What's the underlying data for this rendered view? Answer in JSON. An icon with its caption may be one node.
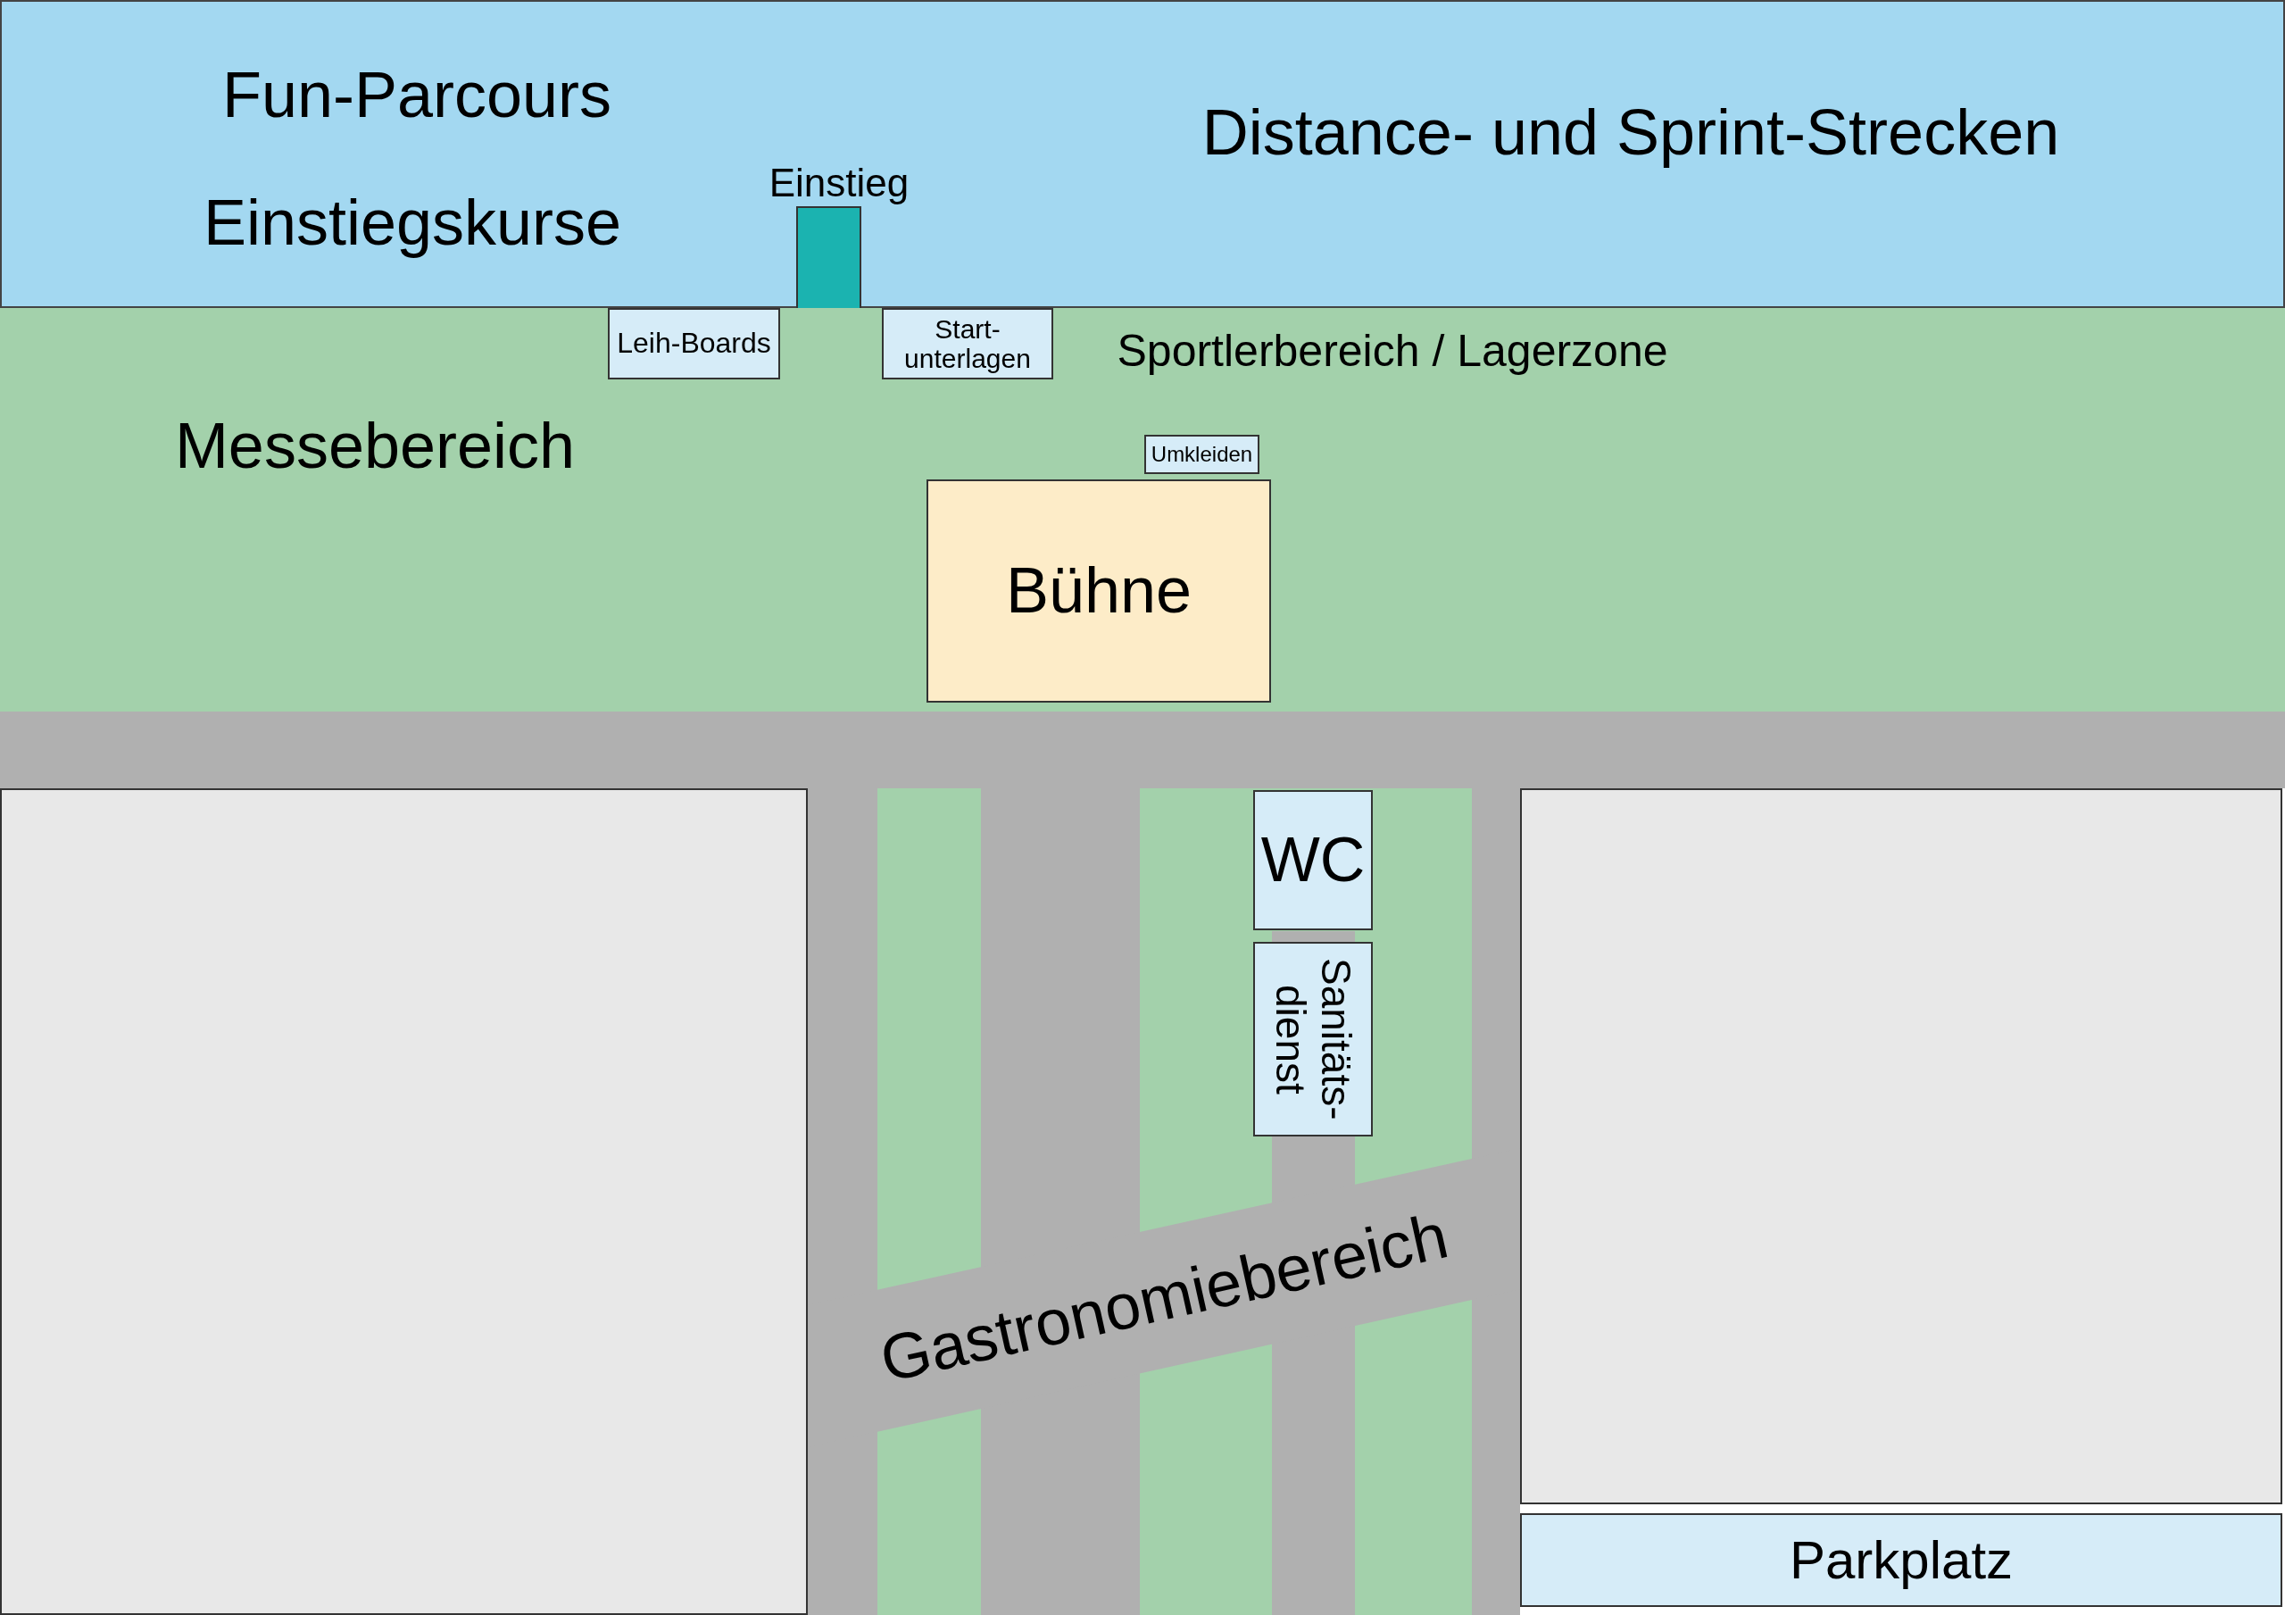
{
  "diagram": {
    "nodes": [
      {
        "text": [
          "Fun-Parcours",
          "Einstiegskurse",
          "Distance- und Sprint-Strecken"
        ]
      },
      {
        "text": [
          "Einstieg"
        ],
        "in": 0
      },
      {
        "text": [
          "Messebereich",
          "Sportlerbereich / Lagerzone"
        ]
      },
      {
        "text": [
          "Leih-Boards"
        ],
        "in": 2
      },
      {
        "text": [
          "Start- unterlagen"
        ],
        "in": 2
      },
      {
        "text": [
          "Umkleiden"
        ],
        "in": 2
      },
      {
        "text": [
          "Bühne"
        ],
        "in": 2
      },
      {
        "text": [],
        "shape": "bar"
      },
      {
        "text": [],
        "shape": "box"
      },
      {
        "text": [
          "Gastronomiebereich"
        ]
      },
      {
        "text": [
          "WC"
        ]
      },
      {
        "text": [
          "Sanitäts- dienst"
        ]
      },
      {
        "text": [],
        "shape": "box"
      },
      {
        "text": [
          "Parkplatz"
        ]
      }
    ]
  }
}
